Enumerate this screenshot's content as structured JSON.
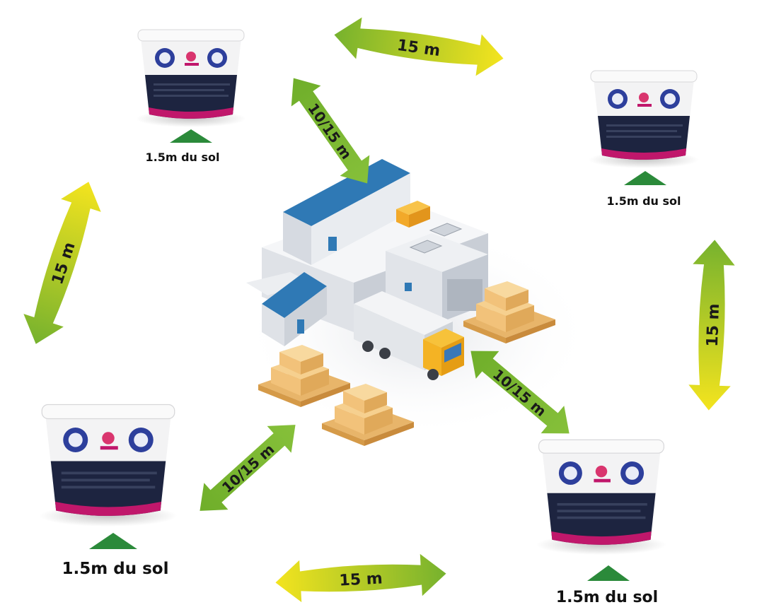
{
  "labels": {
    "ground_height_1": "1.5m du sol",
    "ground_height_2": "1.5m du sol",
    "ground_height_3": "1.5m du sol",
    "ground_height_4": "1.5m du sol",
    "dist_top": "15 m",
    "dist_left": "15 m",
    "dist_right": "15 m",
    "dist_bottom": "15 m",
    "dist_center_top": "10/15 m",
    "dist_center_right": "10/15 m",
    "dist_center_left": "10/15 m"
  },
  "colors": {
    "arrow_green": "#7ab52f",
    "arrow_yellow": "#f2e21c",
    "marker_green": "#2b8a3a",
    "roof_blue": "#2f79b5",
    "box_tan": "#f2c27a",
    "truck_yellow": "#f4b324",
    "bucket_pink": "#c0176b",
    "bucket_navy": "#1d2440"
  },
  "icons": {
    "bucket": "trap-bucket-icon",
    "marker": "triangle-marker-icon",
    "arrow": "double-arrow-icon",
    "warehouse": "warehouse-illustration",
    "truck": "truck-illustration",
    "pallet": "pallet-icon"
  }
}
